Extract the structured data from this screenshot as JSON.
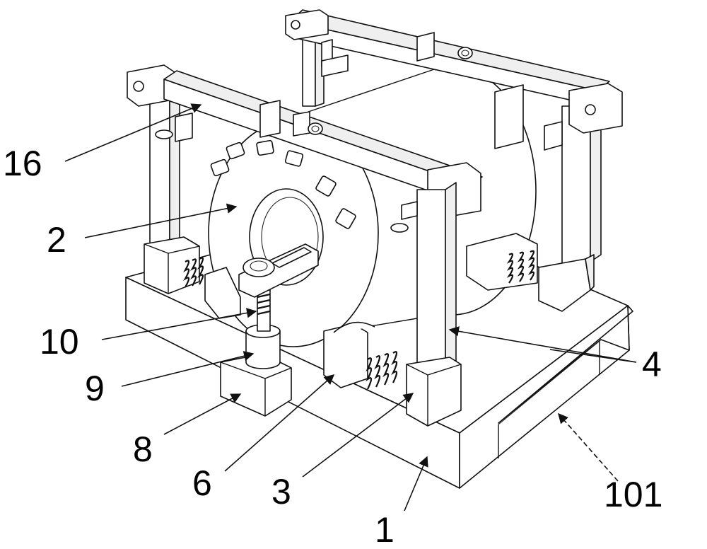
{
  "figure": {
    "callouts": [
      {
        "id": "16",
        "text": "16"
      },
      {
        "id": "2",
        "text": "2"
      },
      {
        "id": "10",
        "text": "10"
      },
      {
        "id": "9",
        "text": "9"
      },
      {
        "id": "8",
        "text": "8"
      },
      {
        "id": "6",
        "text": "6"
      },
      {
        "id": "3",
        "text": "3"
      },
      {
        "id": "1",
        "text": "1"
      },
      {
        "id": "4",
        "text": "4"
      },
      {
        "id": "101",
        "text": "101"
      }
    ]
  }
}
